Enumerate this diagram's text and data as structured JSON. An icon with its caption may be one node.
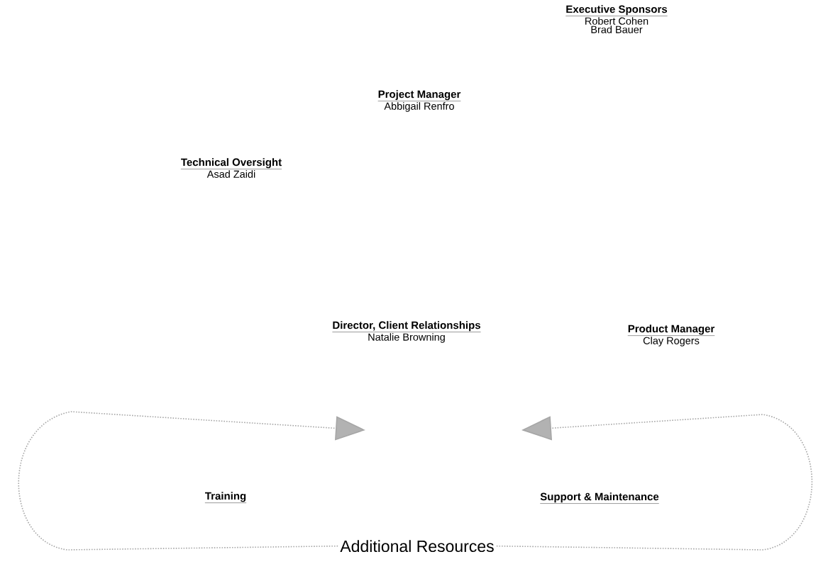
{
  "diagram": {
    "nodes": [
      {
        "text": [
          "Executive Sponsors",
          "Robert Cohen",
          "Brad Bauer"
        ]
      },
      {
        "text": [
          "Project Manager",
          "Abbigail Renfro"
        ]
      },
      {
        "text": [
          "Technical Oversight",
          "Asad Zaidi"
        ]
      },
      {
        "text": [
          "Director, Client Relationships",
          "Natalie Browning"
        ]
      },
      {
        "text": [
          "Product Manager",
          "Clay Rogers"
        ]
      },
      {
        "text": [
          "Training"
        ]
      },
      {
        "text": [
          "Support & Maintenance"
        ]
      },
      {
        "text": [
          "Additional Resources"
        ]
      }
    ],
    "edges": [
      {
        "from": 7,
        "to": null,
        "arrow": "to"
      },
      {
        "from": 7,
        "to": null,
        "arrow": "to"
      }
    ]
  }
}
